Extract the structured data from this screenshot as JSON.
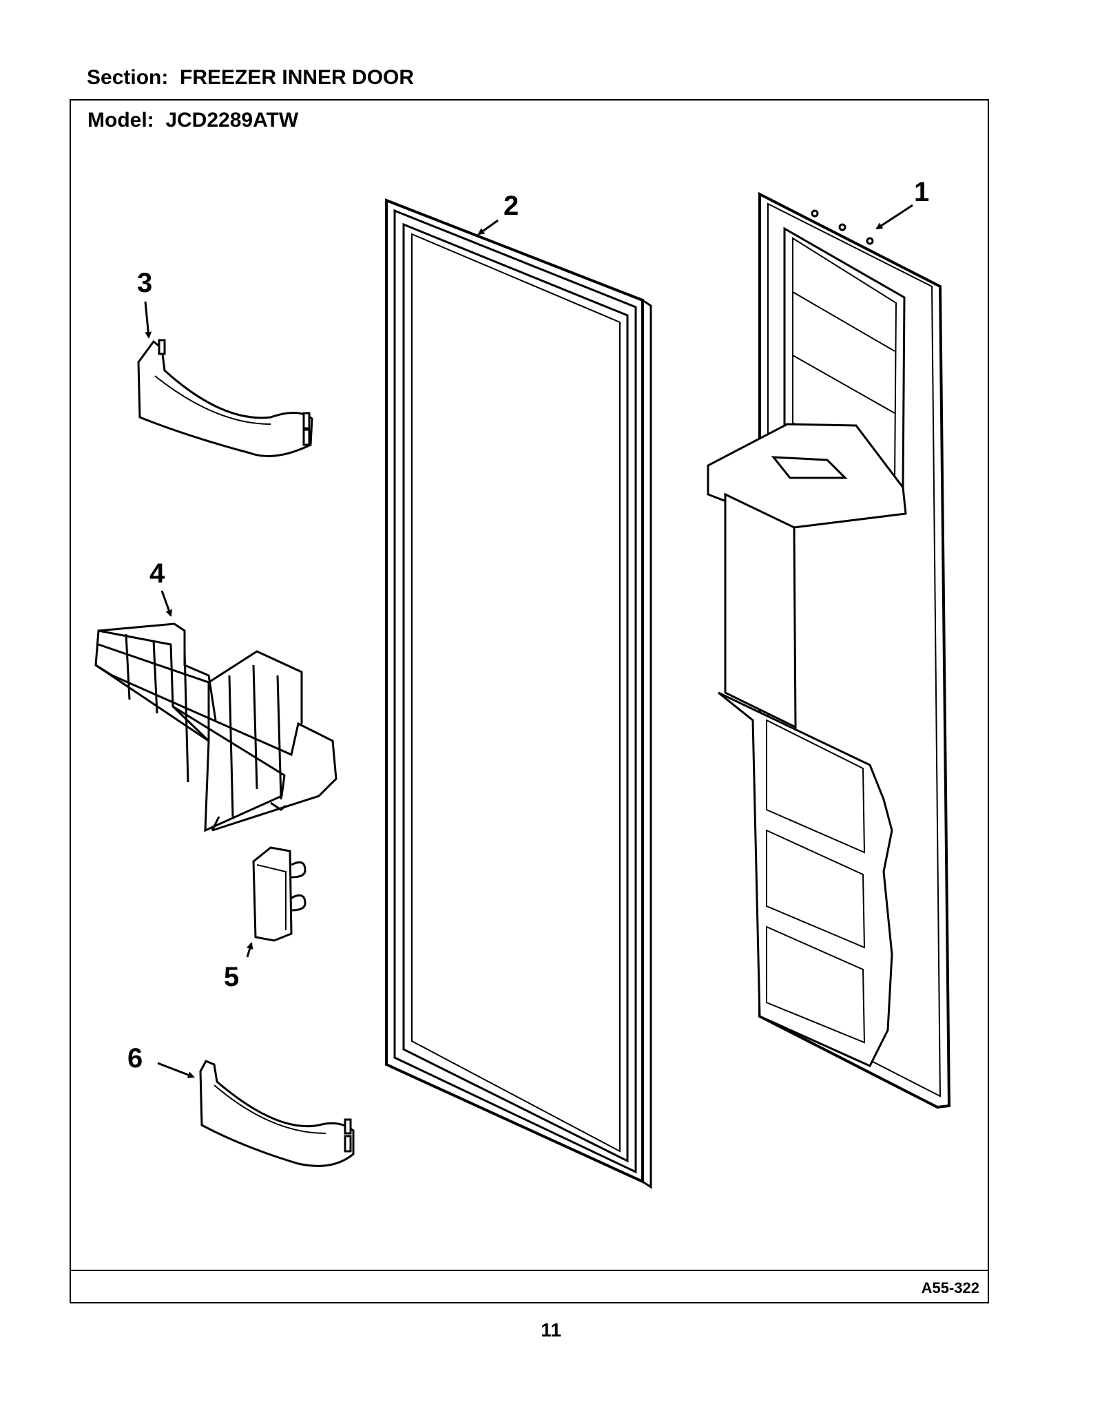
{
  "header": {
    "section_label": "Section:",
    "section_name": "FREEZER INNER DOOR"
  },
  "frame": {
    "model_label": "Model:",
    "model_number": "JCD2289ATW",
    "drawing_code": "A55-322"
  },
  "callouts": [
    "1",
    "2",
    "3",
    "4",
    "5",
    "6"
  ],
  "page_number": "11"
}
